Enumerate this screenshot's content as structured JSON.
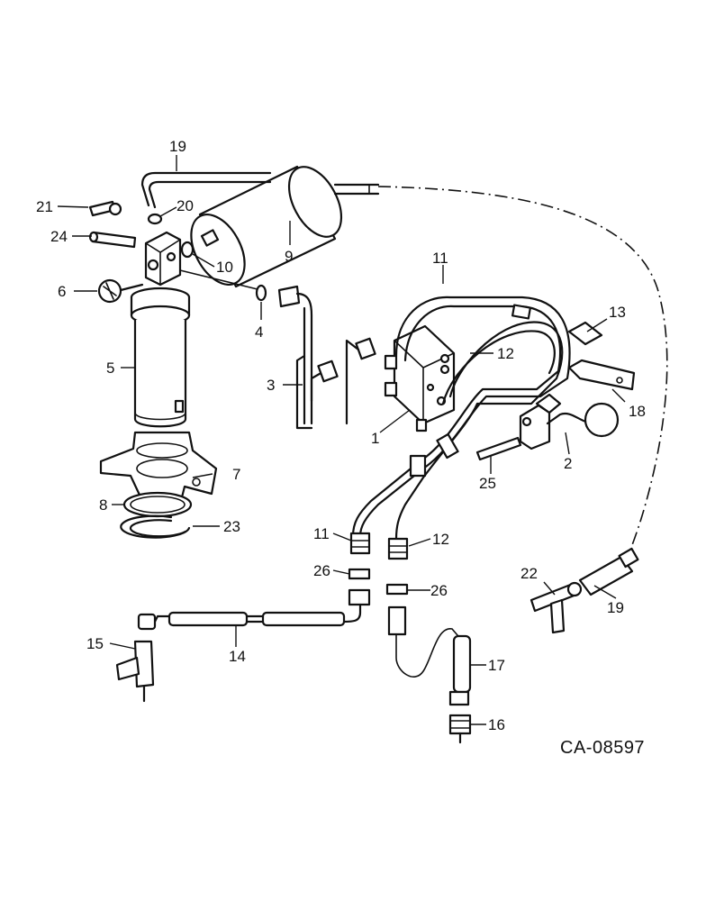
{
  "drawing_code": "CA-08597",
  "callouts": {
    "c1": "1",
    "c2": "2",
    "c3": "3",
    "c4": "4",
    "c5": "5",
    "c6": "6",
    "c7": "7",
    "c8": "8",
    "c9": "9",
    "c10": "10",
    "c11a": "11",
    "c11b": "11",
    "c12a": "12",
    "c12b": "12",
    "c13": "13",
    "c14": "14",
    "c15": "15",
    "c16": "16",
    "c17": "17",
    "c18": "18",
    "c19a": "19",
    "c19b": "19",
    "c20": "20",
    "c21": "21",
    "c22": "22",
    "c23": "23",
    "c24": "24",
    "c25": "25",
    "c26a": "26",
    "c26b": "26"
  }
}
